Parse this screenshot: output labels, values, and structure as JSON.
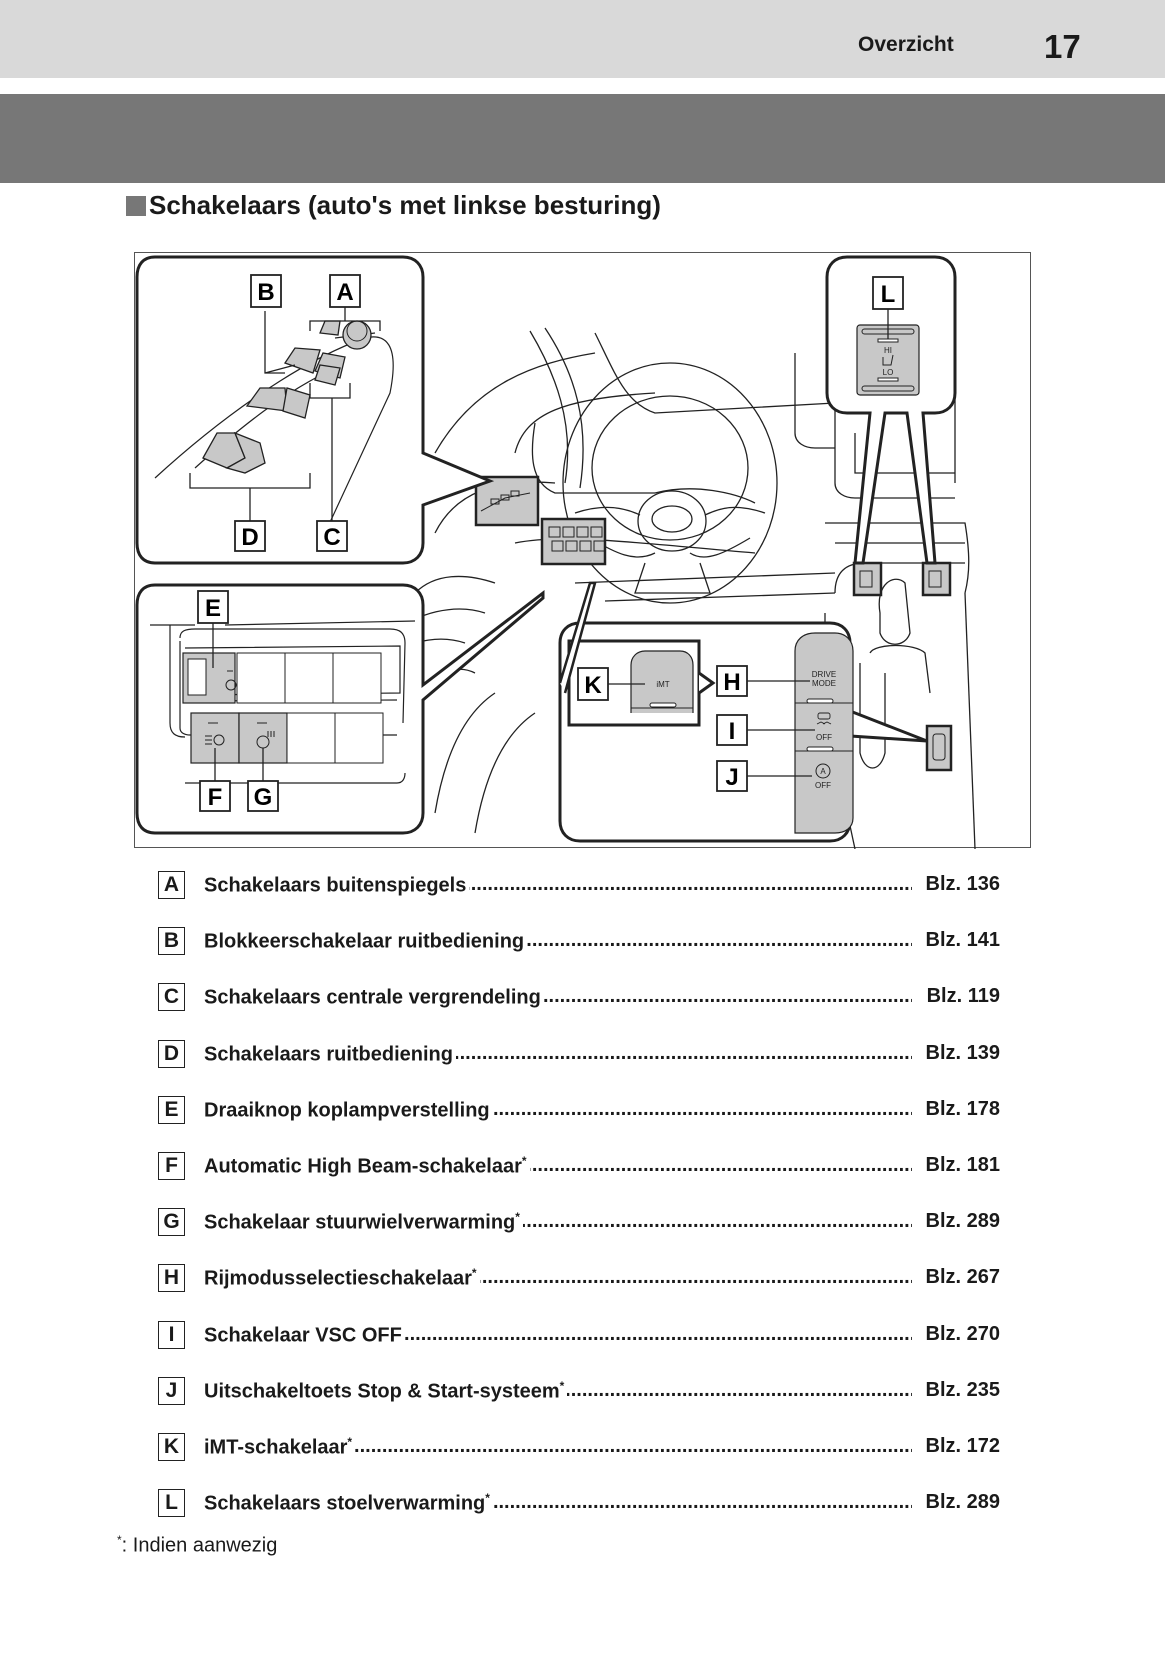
{
  "header": {
    "section": "Overzicht",
    "page_number": "17"
  },
  "heading": "Schakelaars (auto's met linkse besturing)",
  "figure": {
    "callouts": [
      "A",
      "B",
      "C",
      "D",
      "E",
      "F",
      "G",
      "H",
      "I",
      "J",
      "K",
      "L"
    ],
    "switch_texts": {
      "imt": "iMT",
      "drive_mode_1": "DRIVE",
      "drive_mode_2": "MODE",
      "vsc_off": "OFF",
      "stop_start_off": "OFF",
      "seat_hi": "HI",
      "seat_lo": "LO"
    }
  },
  "items": [
    {
      "letter": "A",
      "label": "Schakelaars buitenspiegels",
      "asterisk": "",
      "page": "Blz. 136"
    },
    {
      "letter": "B",
      "label": "Blokkeerschakelaar ruitbediening",
      "asterisk": "",
      "page": "Blz. 141"
    },
    {
      "letter": "C",
      "label": "Schakelaars centrale vergrendeling",
      "asterisk": "",
      "page": "Blz. 119"
    },
    {
      "letter": "D",
      "label": "Schakelaars ruitbediening",
      "asterisk": "",
      "page": "Blz. 139"
    },
    {
      "letter": "E",
      "label": "Draaiknop koplampverstelling",
      "asterisk": "",
      "page": "Blz. 178"
    },
    {
      "letter": "F",
      "label": "Automatic High Beam-schakelaar",
      "asterisk": "*",
      "page": "Blz. 181"
    },
    {
      "letter": "G",
      "label": "Schakelaar stuurwielverwarming",
      "asterisk": "*",
      "page": "Blz. 289"
    },
    {
      "letter": "H",
      "label": "Rijmodusselectieschakelaar",
      "asterisk": "*",
      "page": "Blz. 267"
    },
    {
      "letter": "I",
      "label": "Schakelaar VSC OFF",
      "asterisk": "",
      "page": "Blz. 270"
    },
    {
      "letter": "J",
      "label": "Uitschakeltoets Stop & Start-systeem",
      "asterisk": "*",
      "page": "Blz. 235"
    },
    {
      "letter": "K",
      "label": "iMT-schakelaar",
      "asterisk": "*",
      "page": "Blz. 172"
    },
    {
      "letter": "L",
      "label": "Schakelaars stoelverwarming",
      "asterisk": "*",
      "page": "Blz. 289"
    }
  ],
  "dot_leader": "..............................................................................................................................................",
  "footnote": {
    "mark": "*",
    "text": ": Indien aanwezig"
  }
}
